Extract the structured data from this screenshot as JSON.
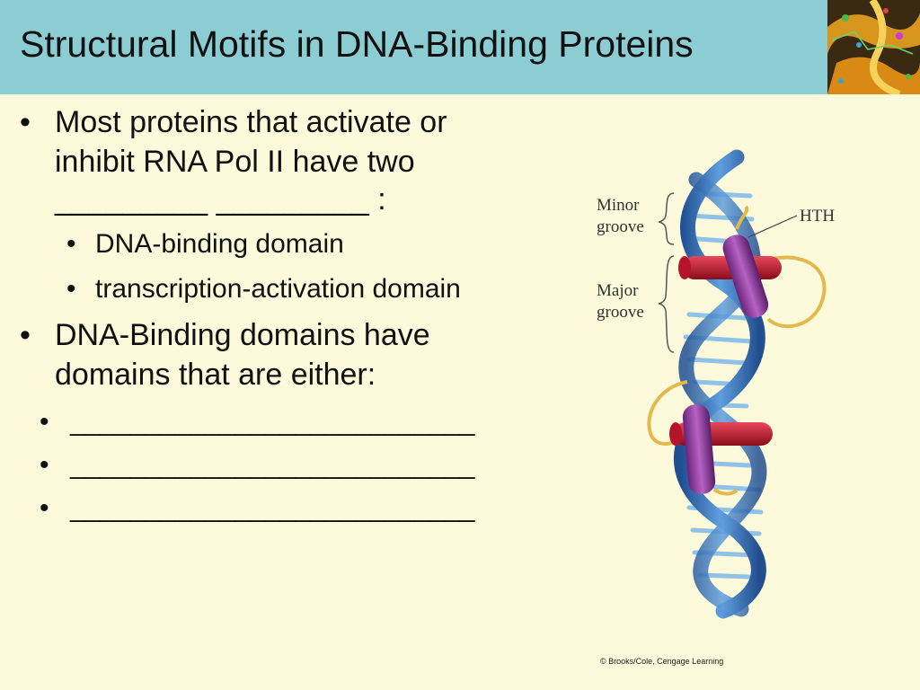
{
  "slide": {
    "title": "Structural Motifs in DNA-Binding Proteins",
    "bullets": {
      "b1_line1": "Most proteins that activate or",
      "b1_line2": "inhibit RNA Pol II have two",
      "b1_line3": "_________ _________ :",
      "sub1": "DNA-binding domain",
      "sub2": "transcription-activation domain",
      "b2_line1": "DNA-Binding domains have",
      "b2_line2": "domains that are either:",
      "blank1": "___________________________",
      "blank2": "___________________________",
      "blank3": "___________________________"
    },
    "bullet_char": "•"
  },
  "figure": {
    "label_minor_1": "Minor",
    "label_minor_2": "groove",
    "label_major_1": "Major",
    "label_major_2": "groove",
    "label_hth": "HTH",
    "credit": "© Brooks/Cole, Cengage Learning"
  },
  "colors": {
    "background": "#fdfadb",
    "title_bar": "#8bcdd3",
    "helix_blue": "#3f7fc4",
    "helix_red": "#c8182a",
    "helix_purple": "#8e3b9e",
    "loop_gold": "#e2b94a"
  }
}
